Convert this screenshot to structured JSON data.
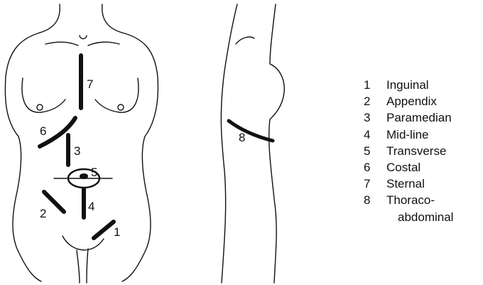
{
  "figure": {
    "front_labels": [
      "1",
      "2",
      "3",
      "4",
      "5",
      "6",
      "7"
    ],
    "side_label": "8"
  },
  "legend": {
    "items": [
      {
        "number": "1",
        "label": "Inguinal"
      },
      {
        "number": "2",
        "label": "Appendix"
      },
      {
        "number": "3",
        "label": "Paramedian"
      },
      {
        "number": "4",
        "label": "Mid-line"
      },
      {
        "number": "5",
        "label": "Transverse"
      },
      {
        "number": "6",
        "label": "Costal"
      },
      {
        "number": "7",
        "label": "Sternal"
      },
      {
        "number": "8",
        "label": "Thoraco-"
      }
    ],
    "continuation": "abdominal"
  }
}
